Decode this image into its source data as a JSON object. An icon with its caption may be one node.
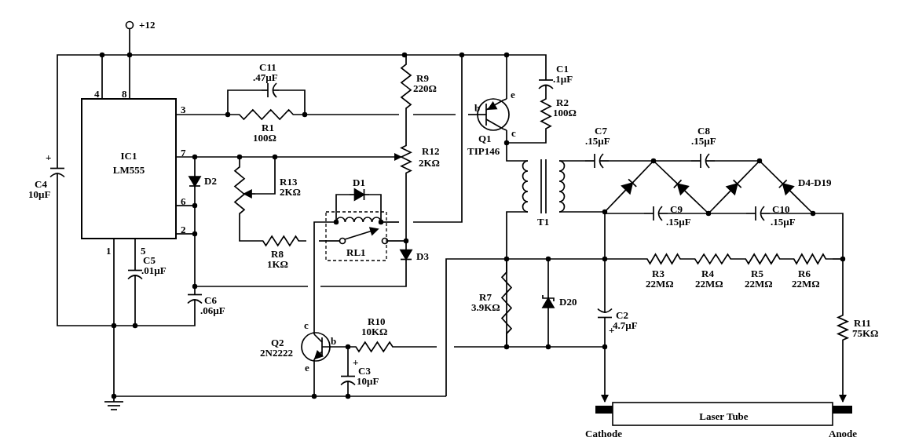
{
  "diagram": {
    "nodes": [
      {
        "text": [
          "IC1",
          "LM555"
        ],
        "beside": [
          "4",
          "8",
          "3",
          "7",
          "6",
          "2",
          "1",
          "5"
        ]
      },
      {
        "text": [
          "Laser Tube"
        ]
      },
      {
        "text": [],
        "shape": "resistor"
      }
    ],
    "edges": [
      {
        "from": null,
        "to": 1,
        "arrow": "to"
      },
      {
        "from": null,
        "to": 1,
        "arrow": "to"
      },
      {
        "from": 0,
        "to": 2,
        "arrow": "to"
      }
    ],
    "labels": [
      "+12",
      "C11",
      ".47µF",
      "C1",
      ".1µF",
      "R9",
      "220Ω",
      "R2",
      "100Ω",
      "R1",
      "100Ω",
      "b",
      "e",
      "Q1",
      "c",
      "TIP146",
      "C7",
      ".15µF",
      "C8",
      ".15µF",
      "R12",
      "2KΩ",
      "+",
      "D2",
      "R13",
      "2KΩ",
      "D1",
      "D4-D19",
      "C4",
      "10µF",
      "C9",
      ".15µF",
      "C10",
      ".15µF",
      "T1",
      "RL1",
      "R8",
      "1KΩ",
      "C5",
      ".01µF",
      "D3",
      "R3",
      "22MΩ",
      "R4",
      "22MΩ",
      "R5",
      "22MΩ",
      "R6",
      "22MΩ",
      "R7",
      "3.9KΩ",
      "D20",
      "C6",
      ".06µF",
      "C2",
      "4.7µF",
      "+",
      "c",
      "R10",
      "10KΩ",
      "Q2",
      "2N2222",
      "b",
      "e",
      "+",
      "C3",
      "10µF",
      "R11",
      "75KΩ",
      "Cathode",
      "Anode"
    ]
  }
}
